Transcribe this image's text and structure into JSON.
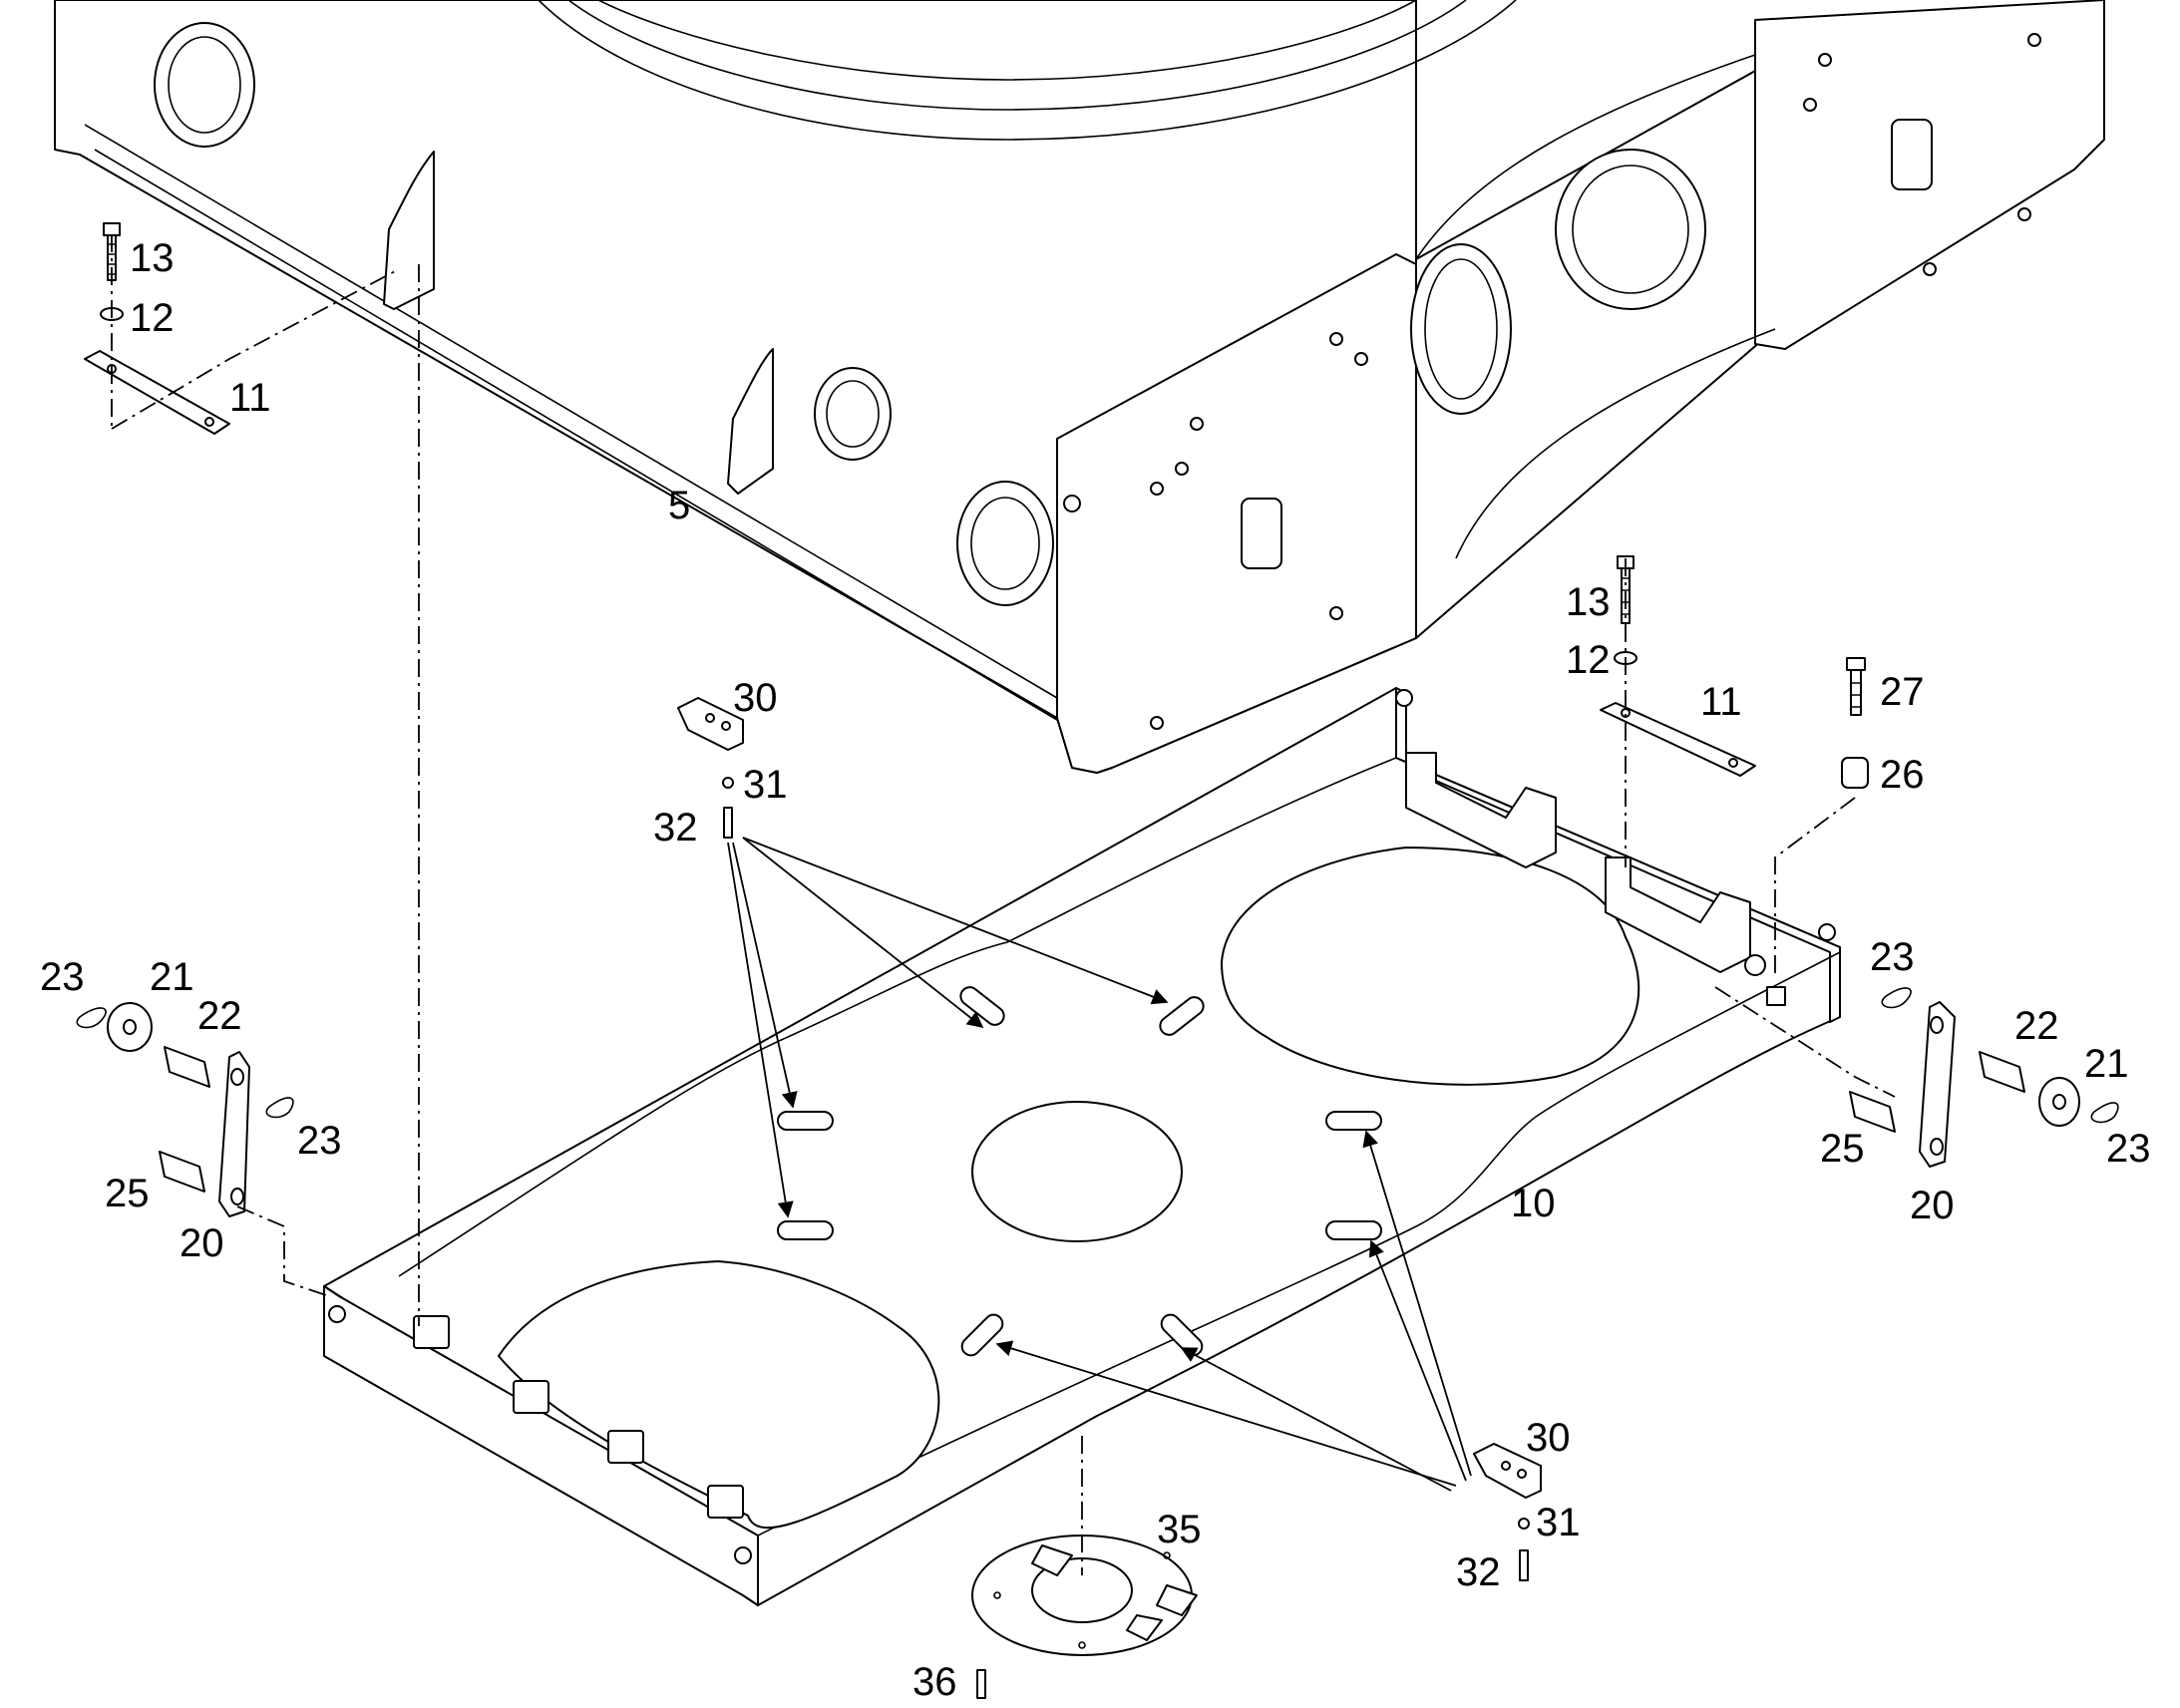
{
  "diagram": {
    "callouts": {
      "c5": "5",
      "c10": "10",
      "c11a": "11",
      "c11b": "11",
      "c12a": "12",
      "c12b": "12",
      "c13a": "13",
      "c13b": "13",
      "c20a": "20",
      "c20b": "20",
      "c21a": "21",
      "c21b": "21",
      "c22a": "22",
      "c22b": "22",
      "c23a": "23",
      "c23b": "23",
      "c23c": "23",
      "c23d": "23",
      "c25a": "25",
      "c25b": "25",
      "c26": "26",
      "c27": "27",
      "c30a": "30",
      "c30b": "30",
      "c31a": "31",
      "c31b": "31",
      "c32a": "32",
      "c32b": "32",
      "c35": "35",
      "c36": "36"
    }
  }
}
